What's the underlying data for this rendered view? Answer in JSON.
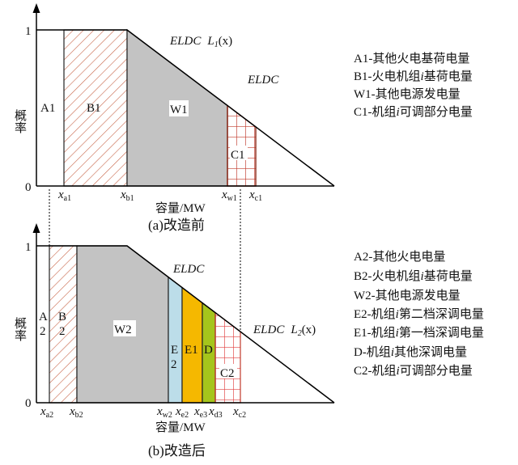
{
  "colors": {
    "gray": "#c3c3c3",
    "hatch": "#c8664a",
    "grid": "#c0392b",
    "e2": "#bcdde9",
    "e1": "#f5b800",
    "d": "#a5c51c"
  },
  "top": {
    "ylabel": "概率",
    "y1": "1",
    "y0": "0",
    "areas": {
      "a": "A1",
      "b": "B1",
      "w": "W1",
      "c": "C1"
    },
    "eldc_l": "ELDC",
    "l_var": "L",
    "l_sub": "1",
    "l_arg": "(x)",
    "eldc": "ELDC",
    "ticks": [
      {
        "v": "x",
        "s": "a1"
      },
      {
        "v": "x",
        "s": "b1"
      },
      {
        "v": "x",
        "s": "w1"
      },
      {
        "v": "x",
        "s": "c1"
      }
    ],
    "xlabel": "容量/MW",
    "caption": "(a)改造前",
    "legend": [
      {
        "pre": "A1-其他火电基荷电量",
        "it": "",
        "post": ""
      },
      {
        "pre": "B1-火电机组",
        "it": "i",
        "post": "基荷电量"
      },
      {
        "pre": "W1-其他电源发电量",
        "it": "",
        "post": ""
      },
      {
        "pre": "C1-机组",
        "it": "i",
        "post": "可调部分电量"
      }
    ]
  },
  "bottom": {
    "ylabel": "概率",
    "y1": "1",
    "y0": "0",
    "areas": {
      "a1": "A",
      "a2": "2",
      "b1": "B",
      "b2": "2",
      "w": "W2",
      "e2a": "E",
      "e2b": "2",
      "e1": "E1",
      "d": "D",
      "c": "C2"
    },
    "eldc": "ELDC",
    "eldc_l": "ELDC",
    "l_var": "L",
    "l_sub": "2",
    "l_arg": "(x)",
    "ticks": [
      {
        "v": "x",
        "s": "a2"
      },
      {
        "v": "x",
        "s": "b2"
      },
      {
        "v": "x",
        "s": "w2"
      },
      {
        "v": "x",
        "s": "e2"
      },
      {
        "v": "x",
        "s": "e3"
      },
      {
        "v": "x",
        "s": "d3"
      },
      {
        "v": "x",
        "s": "c2"
      }
    ],
    "xlabel": "容量/MW",
    "caption": "(b)改造后",
    "legend": [
      {
        "pre": "A2-其他火电电量",
        "it": "",
        "post": ""
      },
      {
        "pre": "B2-火电机组",
        "it": "i",
        "post": "基荷电量"
      },
      {
        "pre": "W2-其他电源发电量",
        "it": "",
        "post": ""
      },
      {
        "pre": "E2-机组",
        "it": "i",
        "post": "第二档深调电量"
      },
      {
        "pre": "E1-机组",
        "it": "i",
        "post": "第一档深调电量"
      },
      {
        "pre": "D-机组",
        "it": "i",
        "post": "其他深调电量"
      },
      {
        "pre": "C2-机组",
        "it": "i",
        "post": "可调部分电量"
      }
    ]
  }
}
